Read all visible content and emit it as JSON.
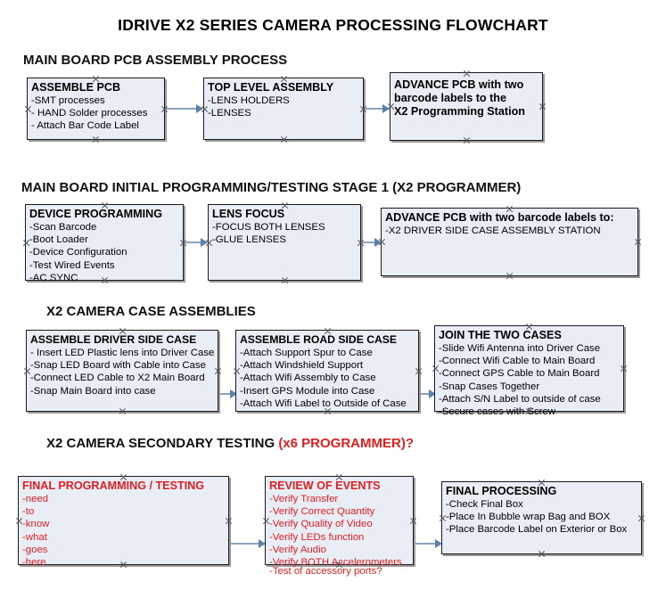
{
  "document": {
    "title": "IDRIVE X2  SERIES CAMERA PROCESSING FLOWCHART"
  },
  "sections": [
    {
      "id": "main-board-pcb-assembly",
      "title": "MAIN BOARD PCB ASSEMBLY PROCESS",
      "title_accent": "",
      "boxes": [
        {
          "id": "assemble-pcb",
          "title": "ASSEMBLE PCB",
          "lines": [
            "-SMT processes",
            "- HAND Solder processes",
            "- Attach Bar Code Label"
          ],
          "color": "black"
        },
        {
          "id": "top-level-assembly",
          "title": "TOP LEVEL ASSEMBLY",
          "lines": [
            "-LENS HOLDERS",
            "-LENSES"
          ],
          "color": "black"
        },
        {
          "id": "advance-pcb-x2-programming-station",
          "title": "",
          "lines": [
            "ADVANCE PCB with two",
            "barcode labels to the",
            " X2 Programming Station"
          ],
          "color": "black"
        }
      ]
    },
    {
      "id": "main-board-initial-programming",
      "title": "MAIN BOARD INITIAL PROGRAMMING/TESTING STAGE 1 (X2 PROGRAMMER)",
      "title_accent": "",
      "boxes": [
        {
          "id": "device-programming",
          "title": "DEVICE PROGRAMMING",
          "lines": [
            "-Scan Barcode",
            "-Boot Loader",
            "-Device Configuration",
            "-Test Wired Events",
            "-AC SYNC"
          ],
          "color": "black"
        },
        {
          "id": "lens-focus",
          "title": "LENS FOCUS",
          "lines": [
            "-FOCUS BOTH LENSES",
            "-GLUE LENSES"
          ],
          "color": "black"
        },
        {
          "id": "advance-pcb-driver-side-case",
          "title": "ADVANCE PCB with two barcode labels to:",
          "lines": [
            "-X2 DRIVER  SIDE  CASE  ASSEMBLY STATION"
          ],
          "color": "black"
        }
      ]
    },
    {
      "id": "x2-camera-case-assemblies",
      "title": "X2 CAMERA CASE ASSEMBLIES",
      "title_accent": "",
      "boxes": [
        {
          "id": "assemble-driver-side-case",
          "title": "ASSEMBLE DRIVER SIDE CASE",
          "lines": [
            "- Insert LED Plastic lens into Driver Case",
            "-Snap LED Board with Cable into Case",
            "-Connect LED Cable to X2 Main Board",
            "-Snap Main Board into case"
          ],
          "color": "black"
        },
        {
          "id": "assemble-road-side-case",
          "title": "ASSEMBLE ROAD SIDE CASE",
          "lines": [
            "-Attach Support Spur to Case",
            "-Attach Windshield Support",
            "-Attach Wifi Assembly to Case",
            "-Insert GPS Module into Case",
            "-Attach Wifi Label to Outside of Case"
          ],
          "color": "black"
        },
        {
          "id": "join-the-two-cases",
          "title": "JOIN THE TWO CASES",
          "lines": [
            "-Slide Wifi Antenna into Driver Case",
            "-Connect Wifi Cable to Main Board",
            "-Connect GPS Cable to Main Board",
            "-Snap Cases Together",
            "-Attach S/N Label to outside of case",
            "-Secure cases with Screw"
          ],
          "color": "black"
        }
      ]
    },
    {
      "id": "x2-camera-secondary-testing",
      "title": "X2 CAMERA SECONDARY TESTING ",
      "title_accent": "(x6 PROGRAMMER)?",
      "boxes": [
        {
          "id": "final-programming-testing",
          "title": "FINAL PROGRAMMING / TESTING",
          "lines": [
            "-need",
            "-to",
            "-know",
            "-what",
            "-goes",
            "-here"
          ],
          "color": "red"
        },
        {
          "id": "review-of-events",
          "title": "REVIEW OF EVENTS",
          "lines": [
            "-Verify Transfer",
            "-Verify Correct Quantity",
            "-Verify Quality of Video",
            "-Verify LEDs function",
            "-Verify Audio",
            "-Verify BOTH Accelerometers"
          ],
          "overflow_line": "-Test of accessory ports?",
          "color": "red"
        },
        {
          "id": "final-processing",
          "title": "FINAL PROCESSING",
          "lines": [
            " -Check Final Box",
            "-Place In Bubble wrap Bag and BOX",
            "-Place Barcode Label on Exterior or Box"
          ],
          "color": "black"
        }
      ]
    }
  ],
  "style": {
    "box_fill": "#e8edf6",
    "box_border": "#1a1a1a",
    "box_shadow": "#9a9a9a",
    "arrow_color": "#8aa4bd",
    "arrowhead_color": "#5b82ad",
    "accent_red": "#e02020",
    "text_color": "#000000"
  }
}
